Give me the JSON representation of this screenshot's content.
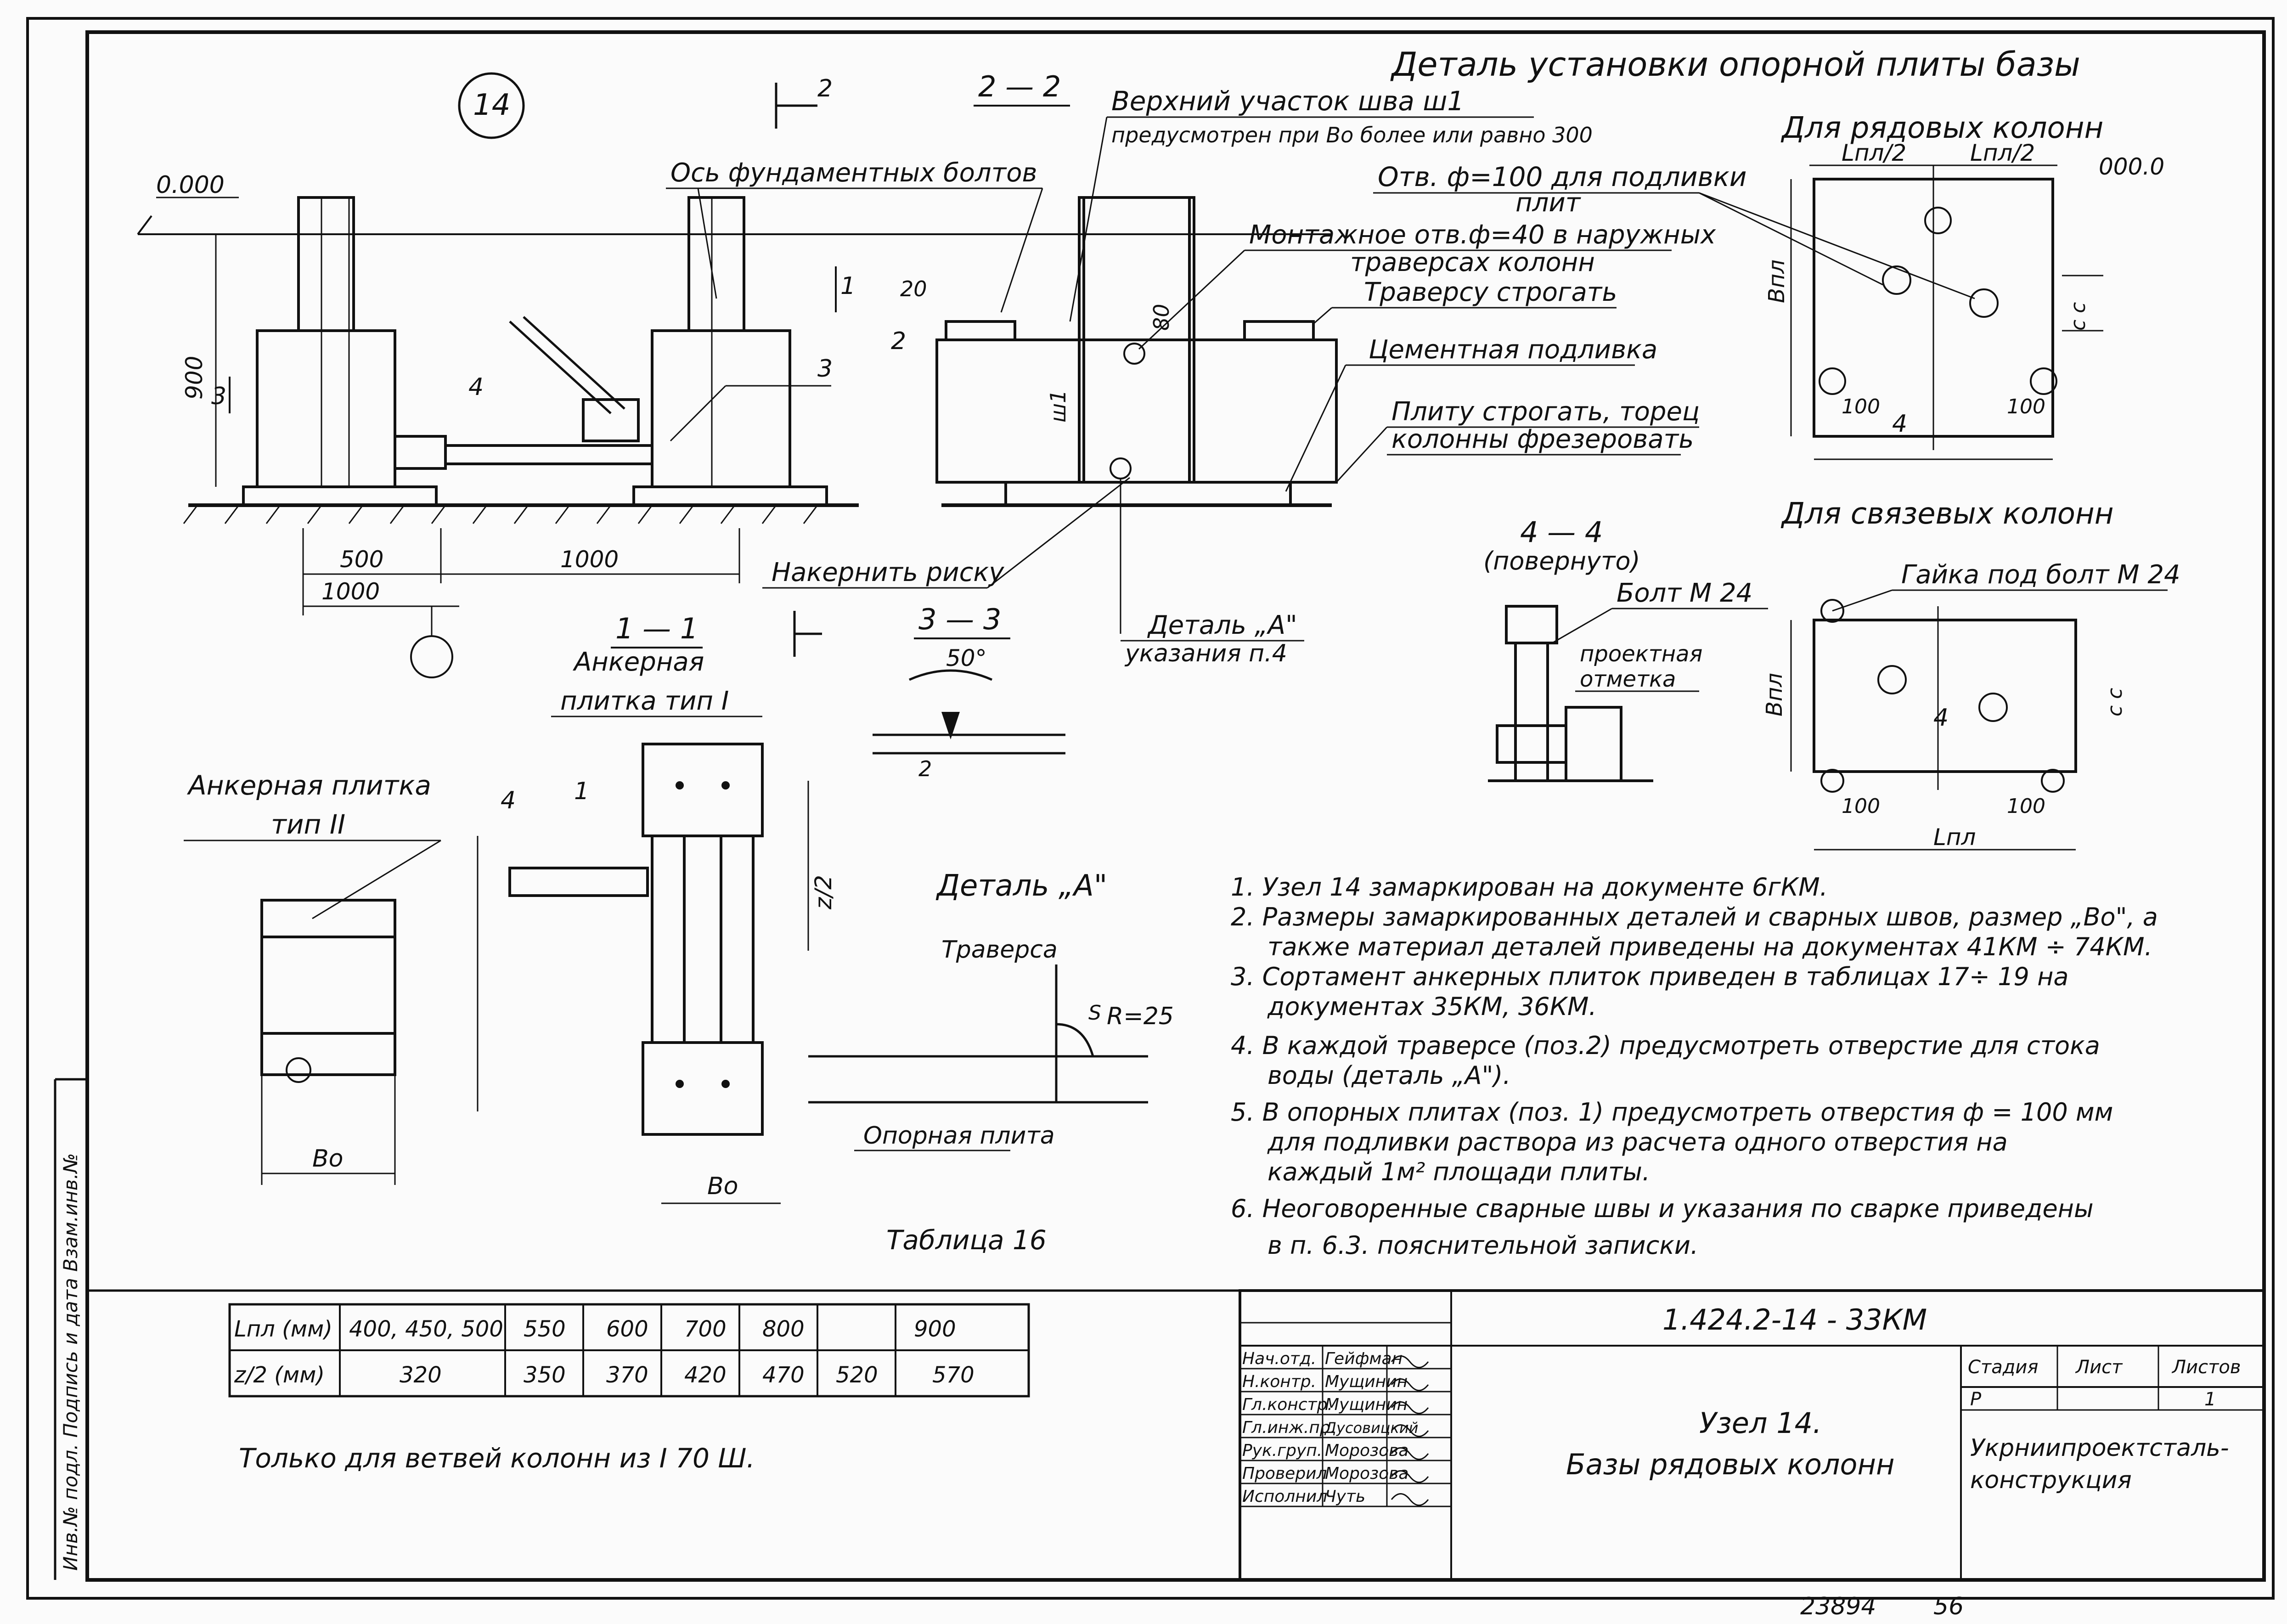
{
  "title": {
    "line1": "Деталь установки опорной плиты базы",
    "line2": "Для рядовых колонн"
  },
  "callouts": {
    "node_number": "14",
    "top_weld": "Верхний участок шва ш1",
    "top_weld_note": "предусмотрен при Во более или равно 300",
    "axis_bolts": "Ось фундаментных болтов",
    "hole_grout": "Отв. ф=100 для подливки",
    "hole_grout_2": "плит",
    "mount_hole": "Монтажное отв.ф=40 в наружных",
    "mount_hole_2": "траверсах колонн",
    "traverse_plane": "Траверсу строгать",
    "cement": "Цементная подливка",
    "plate_plane": "Плиту строгать, торец",
    "plate_plane_2": "колонны фрезеровать",
    "scribe": "Накернить риску",
    "detail_a": "Деталь „А\"",
    "detail_a_note": "указания п.4",
    "for_tie_columns": "Для связевых колонн",
    "bolt_m24": "Болт М 24",
    "nut_m24": "Гайка под болт М 24",
    "design_level": "проектная",
    "design_level_2": "отметка",
    "anchor_type1": "Анкерная",
    "anchor_type1_2": "плитка тип I",
    "anchor_type2": "Анкерная плитка",
    "anchor_type2_2": "тип II",
    "traverse": "Траверса",
    "support_plate": "Опорная плита",
    "detail_a_title": "Деталь „А\"",
    "r25": "R=25",
    "s_label": "S",
    "zero_level": "0.000",
    "zero_level_right": "000.0",
    "angle": "50°"
  },
  "section_labels": {
    "s22": "2 — 2",
    "s11": "1 — 1",
    "s33": "3 — 3",
    "s44": "4 — 4",
    "s44_note": "(повернуто)",
    "cut2": "2",
    "cut3": "3",
    "cut1": "1"
  },
  "dimensions": {
    "d900": "900",
    "d500": "500",
    "d1000a": "1000",
    "d1000b": "1000",
    "d20": "20",
    "d80": "80",
    "d100a": "100",
    "d100b": "100",
    "d100c": "100",
    "d100d": "100",
    "d2": "2",
    "lpl2a": "Lпл/2",
    "lpl2b": "Lпл/2",
    "bpl": "Впл",
    "bpl2": "Впл",
    "lpl": "Lпл",
    "cc": "с  с",
    "z2": "z/2",
    "bo1": "Во",
    "bo2": "Во",
    "sh1": "ш1",
    "pos2": "2",
    "pos3": "3",
    "pos4": "4",
    "pos1": "1",
    "pos4b": "4",
    "pos4c": "4"
  },
  "notes": [
    "1. Узел 14 замаркирован на документе 6гКМ.",
    "2. Размеры замаркированных деталей и сварных швов, размер „Во\", а",
    "также материал деталей приведены на документах 41КМ ÷ 74КМ.",
    "3. Сортамент анкерных плиток приведен в таблицах 17÷ 19 на",
    "документах 35КМ, 36КМ.",
    "4. В каждой траверсе (поз.2) предусмотреть отверстие для стока",
    "воды (деталь „А\").",
    "5. В опорных плитах (поз. 1) предусмотреть отверстия ф = 100 мм",
    "для подливки раствора из расчета одного отверстия на",
    "каждый 1м² площади плиты.",
    "6. Неоговоренные сварные швы и указания по сварке приведены",
    "в п. 6.3. пояснительной записки."
  ],
  "table16": {
    "title": "Таблица 16",
    "row1_label": "Lпл (мм)",
    "row1": [
      "400, 450, 500",
      "550",
      "600",
      "700",
      "800",
      "900"
    ],
    "row2_label": "z/2 (мм)",
    "row2": [
      "320",
      "350",
      "370",
      "420",
      "470",
      "520",
      "570"
    ],
    "footnote": "Только для ветвей колонн из I 70 Ш."
  },
  "stamp": {
    "code": "1.424.2-14 - 33КМ",
    "title_line1": "Узел 14.",
    "title_line2": "Базы рядовых колонн",
    "stage_h": "Стадия",
    "sheet_h": "Лист",
    "sheets_h": "Листов",
    "stage": "Р",
    "sheets": "1",
    "org": "Укрниипроектсталь-",
    "org2": "конструкция",
    "people": [
      {
        "role": "Нач.отд.",
        "name": "Гейфман"
      },
      {
        "role": "Н.контр.",
        "name": "Мущинин"
      },
      {
        "role": "Гл.констр.",
        "name": "Мущинин"
      },
      {
        "role": "Гл.инж.пр.",
        "name": "Дусовицкий"
      },
      {
        "role": "Рук.груп.",
        "name": "Морозова"
      },
      {
        "role": "Проверил",
        "name": "Морозова"
      },
      {
        "role": "Исполнил",
        "name": "Чуть"
      }
    ]
  },
  "margin_left": "Инв.№ подл. Подпись и дата Взам.инв.№",
  "bottom_number": "23894",
  "bottom_page": "56"
}
